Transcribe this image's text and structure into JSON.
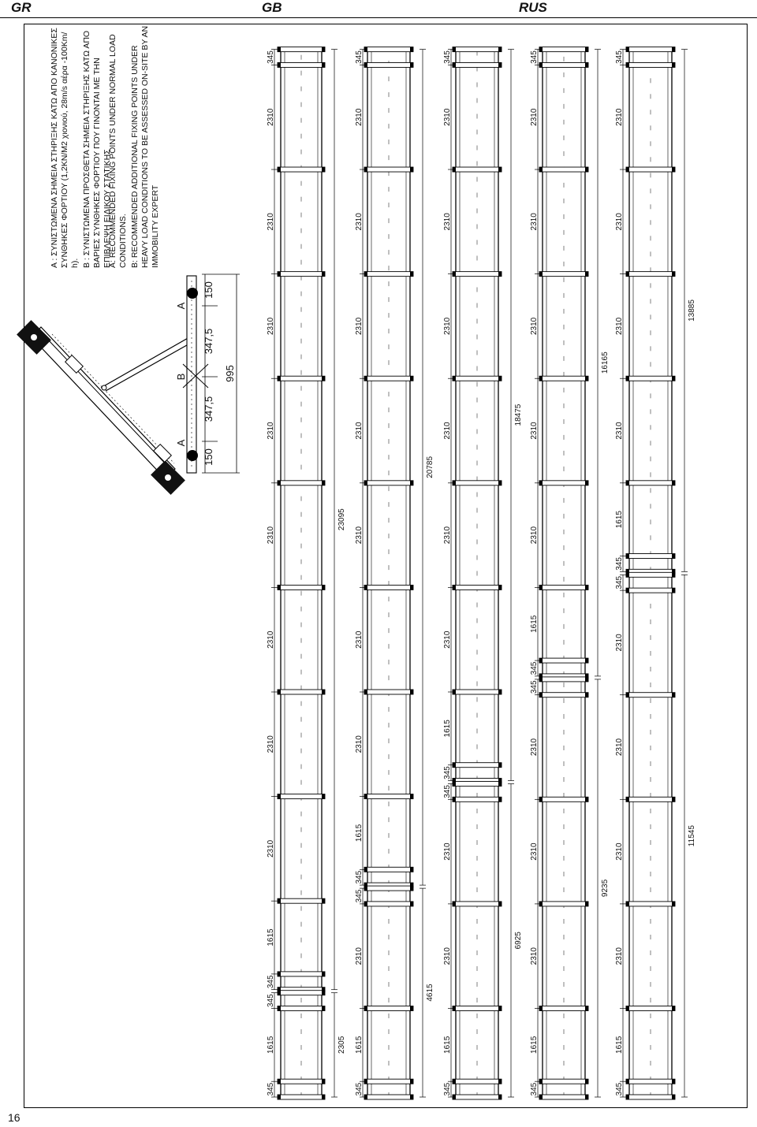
{
  "header": {
    "gr": "GR",
    "gb": "GB",
    "rus": "RUS"
  },
  "page_number": "16",
  "notes": {
    "gr_a_lines": [
      "A : ΣΥΝΙΣΤΩΜΕΝΑ ΣΗΜΕΙΑ ΣΤΗΡΙΞΗΣ ΚΑΤΩ ΑΠΟ ΚΑΝΟΝΙΚΕΣ",
      "ΣΥΝΘΗΚΕΣ ΦΟΡΤΙΟΥ (1,2KN/M2 χιονιού, 28m/s αέρα -100Km/",
      "h)."
    ],
    "gr_b_lines": [
      "B : ΣΥΝΙΣΤΩΜΕΝΑ ΠΡΟΣΘΕΤΑ ΣΗΜΕΙΑ ΣΤΗΡΙΞΗΣ ΚΑΤΩ ΑΠΟ",
      "ΒΑΡΙΕΣ ΣΥΝΘΗΚΕΣ ΦΟΡΤΙΟΥ ΠΟΥ ΓΙΝΟΝΤΑΙ ΜΕ ΤΗΝ",
      "ΕΠΙΒΛΕΨΗ ΕΙΔΙΚΟΥ ΣΤΑΤΙΚΗΣ"
    ],
    "gb_a_lines": [
      "A: RECOMMENDED FIXING POINTS UNDER NORMAL LOAD",
      "CONDITIONS."
    ],
    "gb_b_lines": [
      "B: RECOMMENDED ADDITIONAL FIXING POINTS UNDER",
      "HEAVY LOAD CONDITIONS TO BE ASSESSED ON-SITE BY AN",
      "IMMOBILITY EXPERT"
    ]
  },
  "detail": {
    "label_a1": "A",
    "label_b": "B",
    "label_a2": "A",
    "dims": [
      "150",
      "347,5",
      "347,5",
      "150"
    ],
    "total": "995"
  },
  "rows": [
    {
      "total": "23095",
      "segments": [
        "345",
        "1615",
        "2310",
        "2310",
        "2310",
        "2310",
        "2310",
        "2310",
        "2310",
        "2310",
        "345"
      ]
    },
    {
      "total": "20785",
      "segments": [
        "345",
        "1615",
        "2310",
        "2310",
        "2310",
        "2310",
        "2310",
        "2310",
        "2310",
        "345"
      ]
    },
    {
      "total": "18475",
      "segments": [
        "345",
        "1615",
        "2310",
        "2310",
        "2310",
        "2310",
        "2310",
        "2310",
        "345"
      ]
    },
    {
      "total": "16165",
      "segments": [
        "345",
        "1615",
        "2310",
        "2310",
        "2310",
        "2310",
        "2310",
        "345"
      ]
    },
    {
      "total": "13885",
      "segments": [
        "345",
        "1615",
        "2310",
        "2310",
        "2310",
        "2310",
        "345"
      ]
    },
    {
      "total": "2305",
      "segments": [
        "345",
        "1615",
        "345"
      ]
    },
    {
      "total": "4615",
      "segments": [
        "345",
        "1615",
        "2310",
        "345"
      ]
    },
    {
      "total": "6925",
      "segments": [
        "345",
        "1615",
        "2310",
        "2310",
        "345"
      ]
    },
    {
      "total": "9235",
      "segments": [
        "345",
        "1615",
        "2310",
        "2310",
        "2310",
        "345"
      ]
    },
    {
      "total": "11545",
      "segments": [
        "345",
        "1615",
        "2310",
        "2310",
        "2310",
        "2310",
        "345"
      ]
    }
  ]
}
